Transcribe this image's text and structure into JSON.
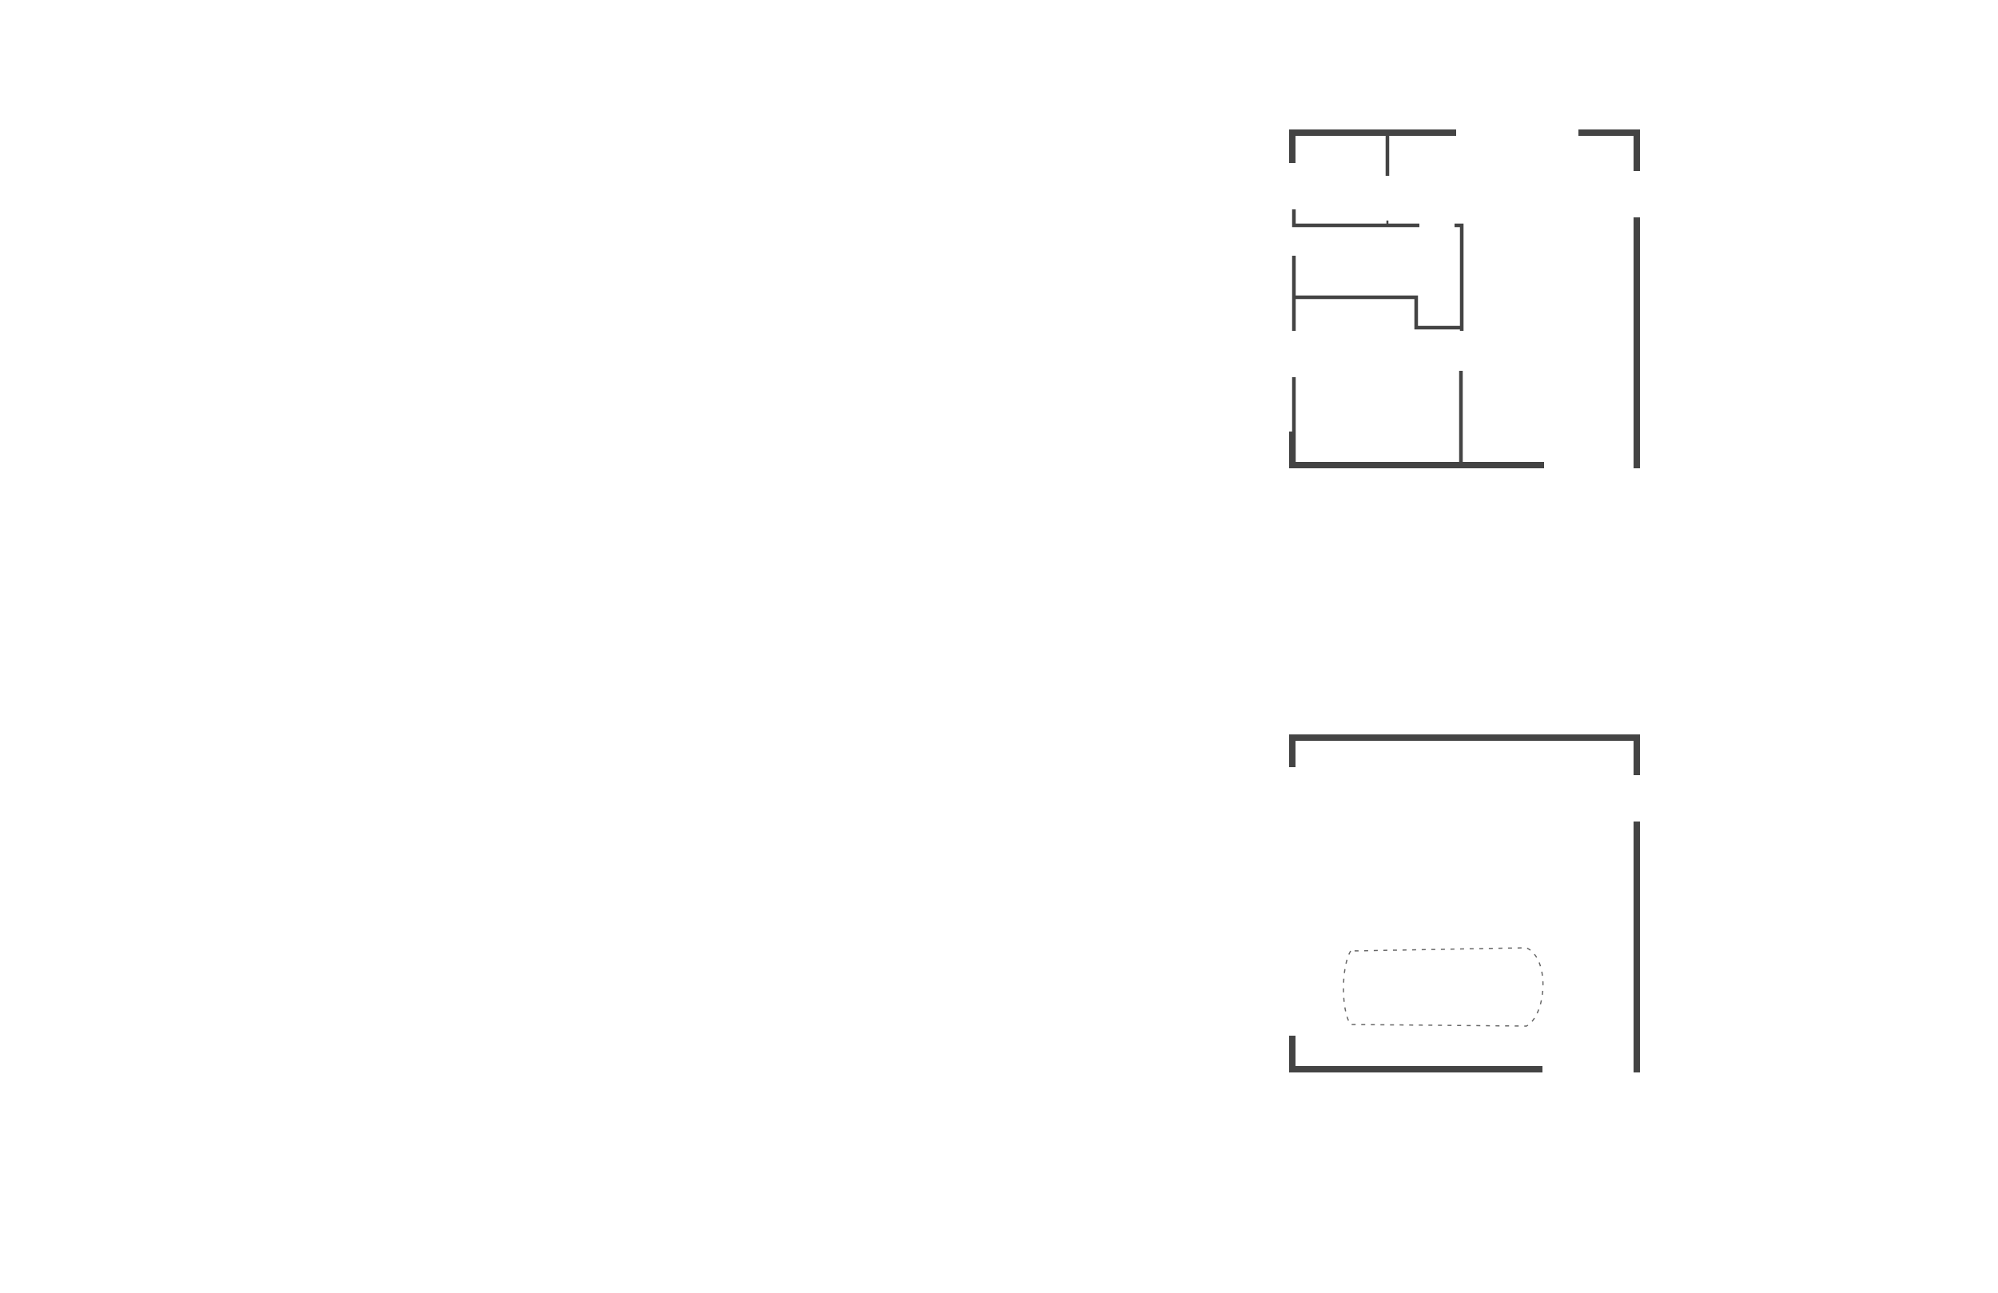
{
  "diagram": {
    "kind": "floor-plan",
    "plans": [
      {
        "id": "plan-upper",
        "rooms": 3
      },
      {
        "id": "plan-lower",
        "rooms": 1
      }
    ]
  },
  "colors": {
    "background": "#ffffff",
    "wall": "#444444",
    "fixture": "#666666"
  }
}
